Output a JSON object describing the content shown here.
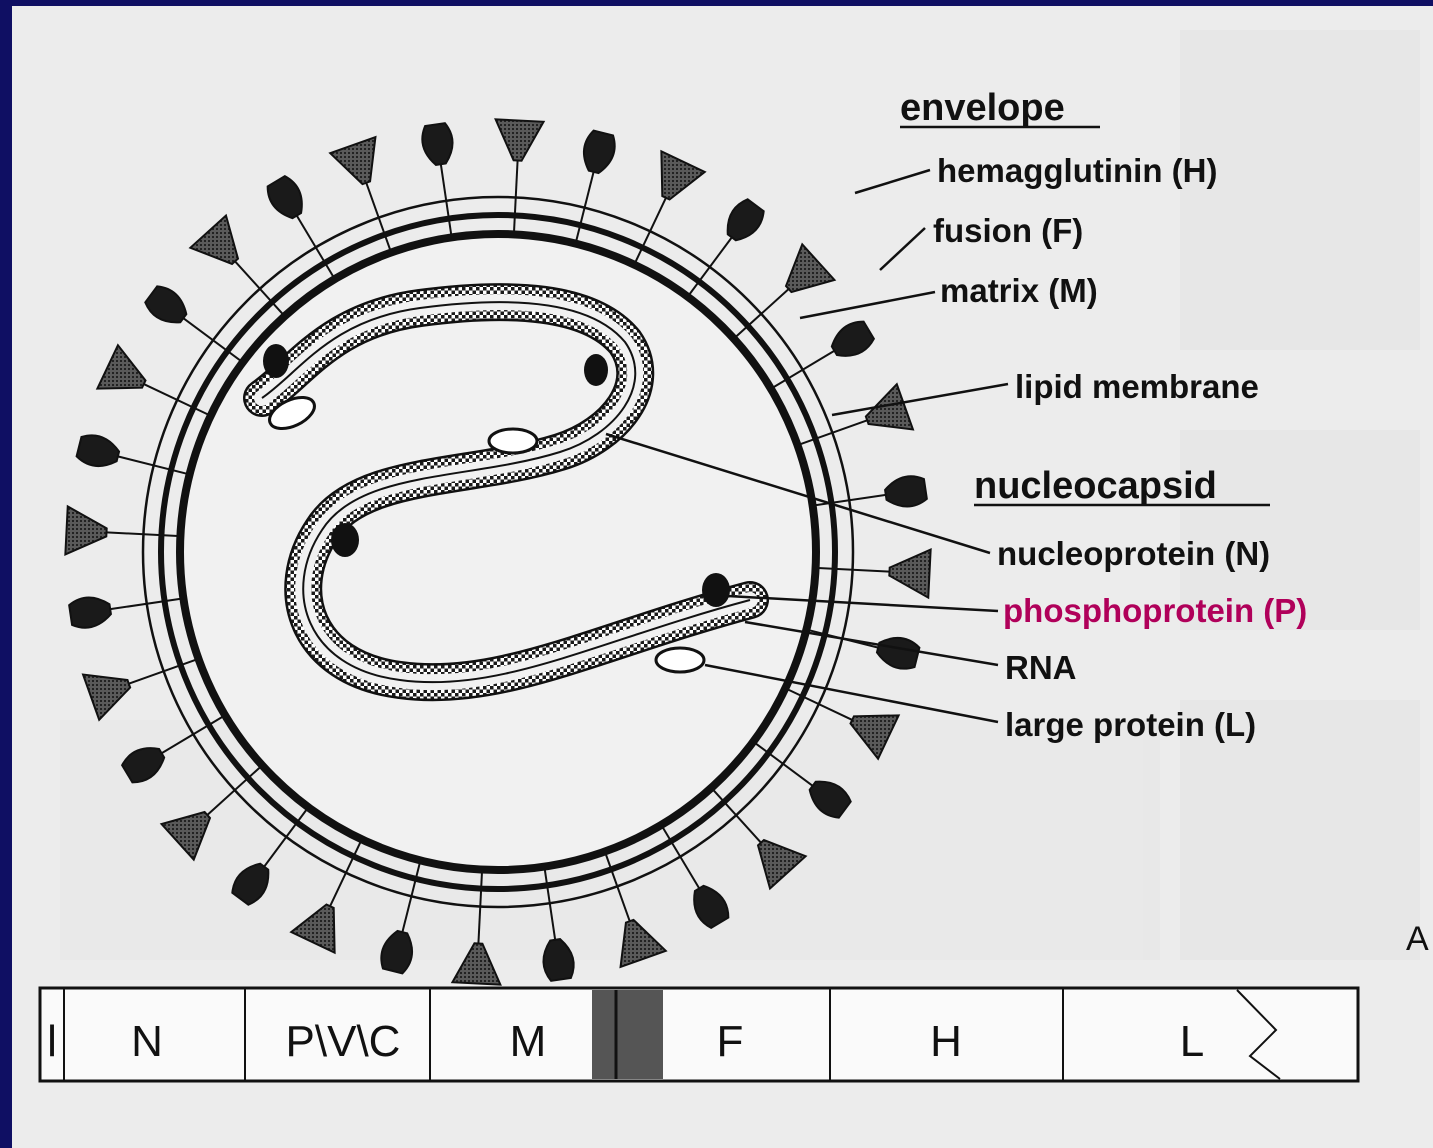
{
  "diagram": {
    "envelope_header": "envelope",
    "envelope_labels": [
      "hemagglutinin (H)",
      "fusion (F)",
      "matrix (M)",
      "lipid membrane"
    ],
    "nucleocapsid_header": "nucleocapsid",
    "nucleocapsid_labels": [
      "nucleoprotein (N)",
      "phosphoprotein (P)",
      "RNA",
      "large protein (L)"
    ],
    "edge_letter": "A"
  },
  "genome": {
    "segments": [
      "l",
      "N",
      "P\\V\\C",
      "M",
      "F",
      "H",
      "L"
    ]
  },
  "colors": {
    "slide_background": "#0f0f63",
    "paper": "#ececec",
    "phosphoprotein_label": "#b0005a",
    "intergenic_block": "#555555"
  },
  "icons": {
    "spike": "glycoprotein-spike-icon"
  }
}
